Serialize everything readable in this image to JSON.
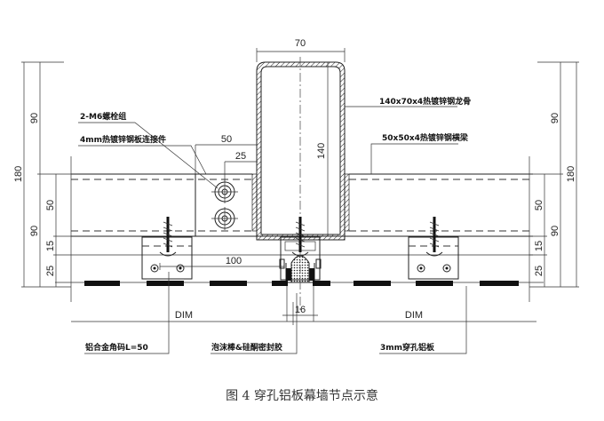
{
  "drawing": {
    "dimensions": {
      "tube_width": "70",
      "tube_height": "140",
      "plate_offset_50": "50",
      "plate_offset_25": "25",
      "clip_spacing": "100",
      "joint_width": "16",
      "left_total": "180",
      "left_upper": "90",
      "left_lower": "90",
      "left_beam": "50",
      "left_gap": "15",
      "left_clip": "25",
      "right_total": "180",
      "right_upper": "90",
      "right_lower": "90",
      "right_beam": "50",
      "right_gap": "15",
      "right_clip": "25",
      "dim_left": "DIM",
      "dim_right": "DIM"
    },
    "labels": {
      "bolt_group": "2-M6螺栓组",
      "connector_plate": "4mm热镀锌钢板连接件",
      "mullion": "140x70x4热镀锌钢龙骨",
      "transom": "50x50x4热镀锌钢横梁",
      "corner_clip": "铝合金角码L=50",
      "sealant": "泡沫棒&硅酮密封胶",
      "panel": "3mm穿孔铝板"
    },
    "caption": "图 4  穿孔铝板幕墙节点示意"
  }
}
